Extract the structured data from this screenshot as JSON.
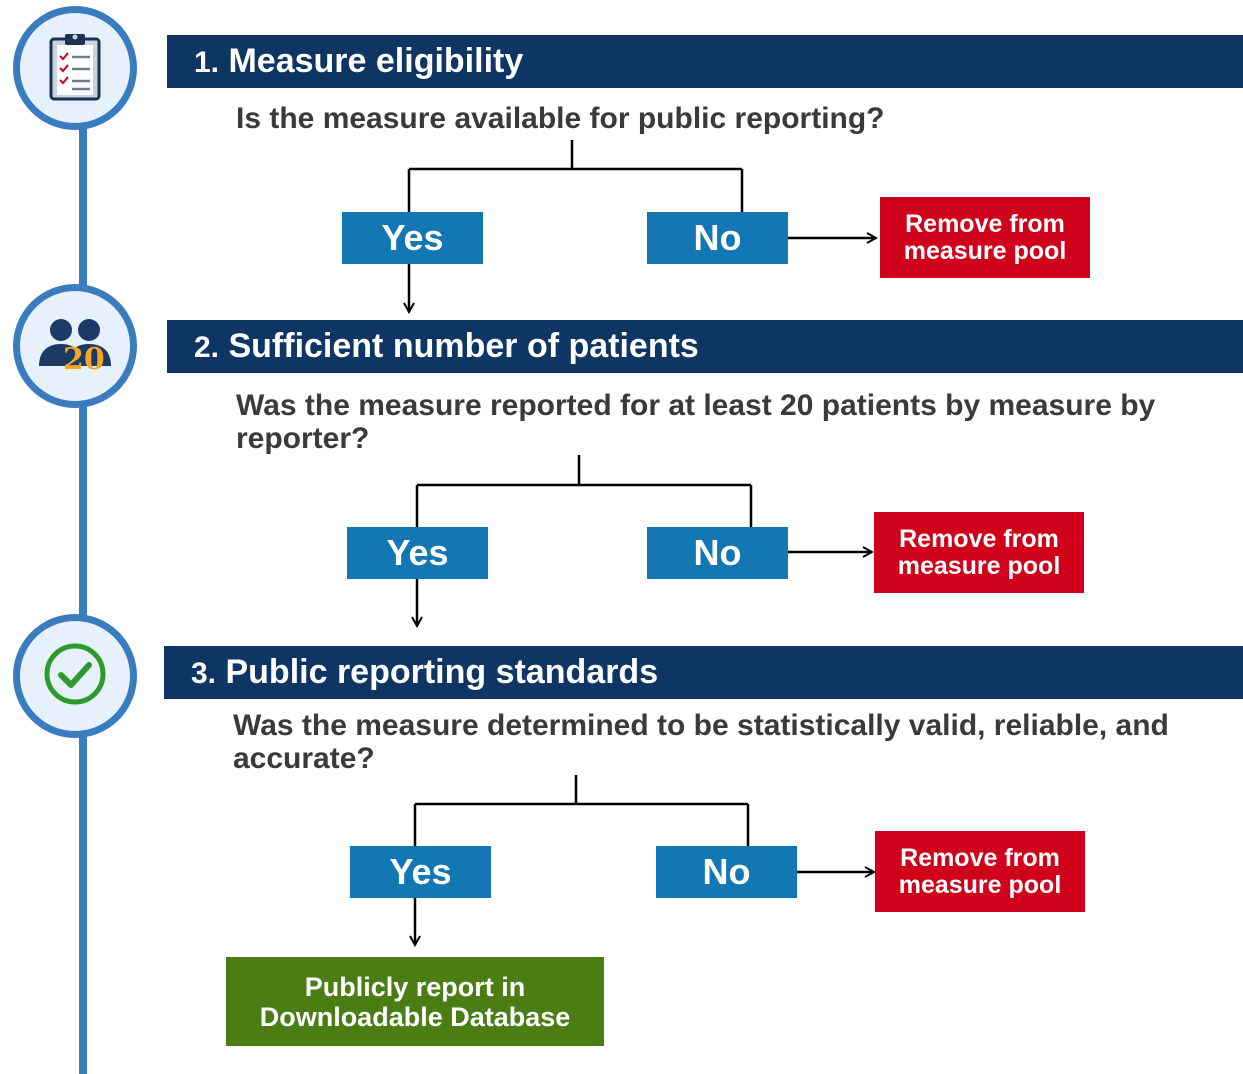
{
  "steps": [
    {
      "number": "1.",
      "title": "Measure eligibility",
      "question": "Is the measure available for public reporting?",
      "yes_label": "Yes",
      "no_label": "No",
      "remove_line1": "Remove from",
      "remove_line2": "measure pool",
      "icon": "clipboard-checklist-icon"
    },
    {
      "number": "2.",
      "title": "Sufficient number of patients",
      "question_line1": "Was the measure reported for at least 20 patients by measure by",
      "question_line2": "reporter?",
      "yes_label": "Yes",
      "no_label": "No",
      "remove_line1": "Remove from",
      "remove_line2": "measure pool",
      "icon": "patients-group-icon",
      "icon_text": "20"
    },
    {
      "number": "3.",
      "title": "Public reporting standards",
      "question_line1": "Was the measure determined to be statistically valid, reliable, and",
      "question_line2": "accurate?",
      "yes_label": "Yes",
      "no_label": "No",
      "remove_line1": "Remove from",
      "remove_line2": "measure pool",
      "icon": "checkmark-circle-icon"
    }
  ],
  "final": {
    "line1": "Publicly report in",
    "line2": "Downloadable Database"
  },
  "colors": {
    "banner": "#0e3563",
    "timeline": "#3b7cbf",
    "button": "#1277b3",
    "remove": "#d0021b",
    "publish": "#4a7d13",
    "icon_accent": "#f5a623",
    "check": "#2e9a2e"
  }
}
